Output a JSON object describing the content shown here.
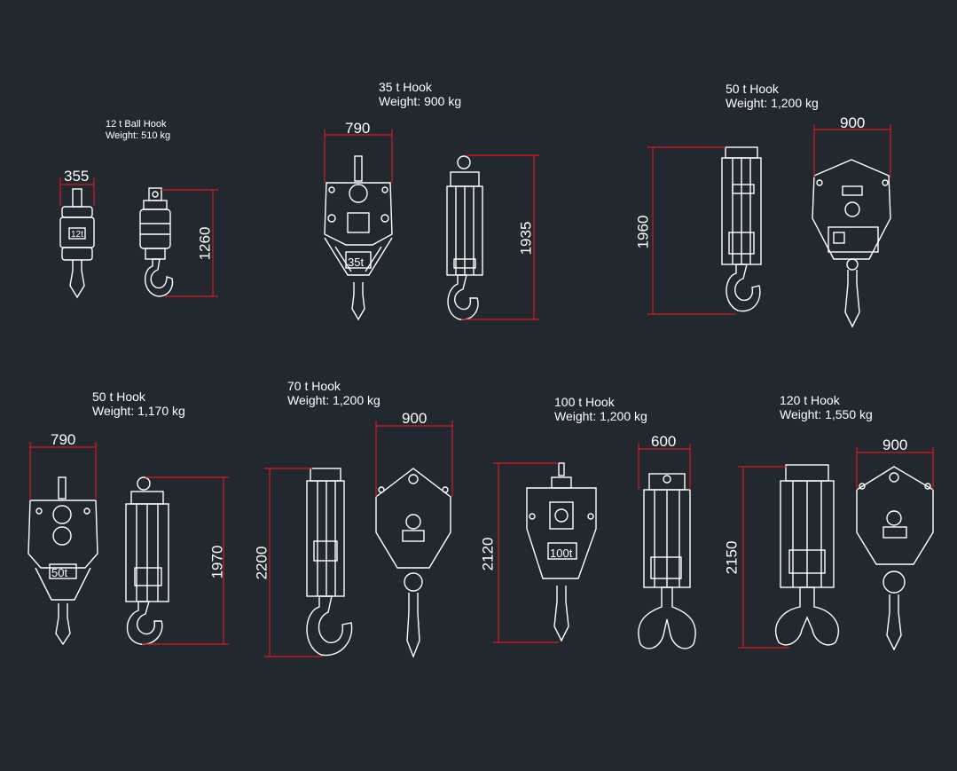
{
  "colors": {
    "background": "#212830",
    "lines": "#ffffff",
    "dimensions": "#e0141c"
  },
  "hooks": [
    {
      "title": "12 t Ball Hook",
      "weight": "Weight: 510 kg",
      "width": "355",
      "height": "1260",
      "plate": "12t"
    },
    {
      "title": "35 t Hook",
      "weight": "Weight: 900 kg",
      "width": "790",
      "height": "1935",
      "plate": "35t"
    },
    {
      "title": "50 t Hook",
      "weight": "Weight: 1,200 kg",
      "width": "900",
      "height": "1960",
      "plate": ""
    },
    {
      "title": "50 t Hook",
      "weight": "Weight: 1,170 kg",
      "width": "790",
      "height": "1970",
      "plate": "50t"
    },
    {
      "title": "70 t Hook",
      "weight": "Weight: 1,200 kg",
      "width": "900",
      "height": "2200",
      "plate": ""
    },
    {
      "title": "100 t Hook",
      "weight": "Weight: 1,200 kg",
      "width": "600",
      "height": "2120",
      "plate": "100t"
    },
    {
      "title": "120 t Hook",
      "weight": "Weight: 1,550 kg",
      "width": "900",
      "height": "2150",
      "plate": ""
    }
  ]
}
